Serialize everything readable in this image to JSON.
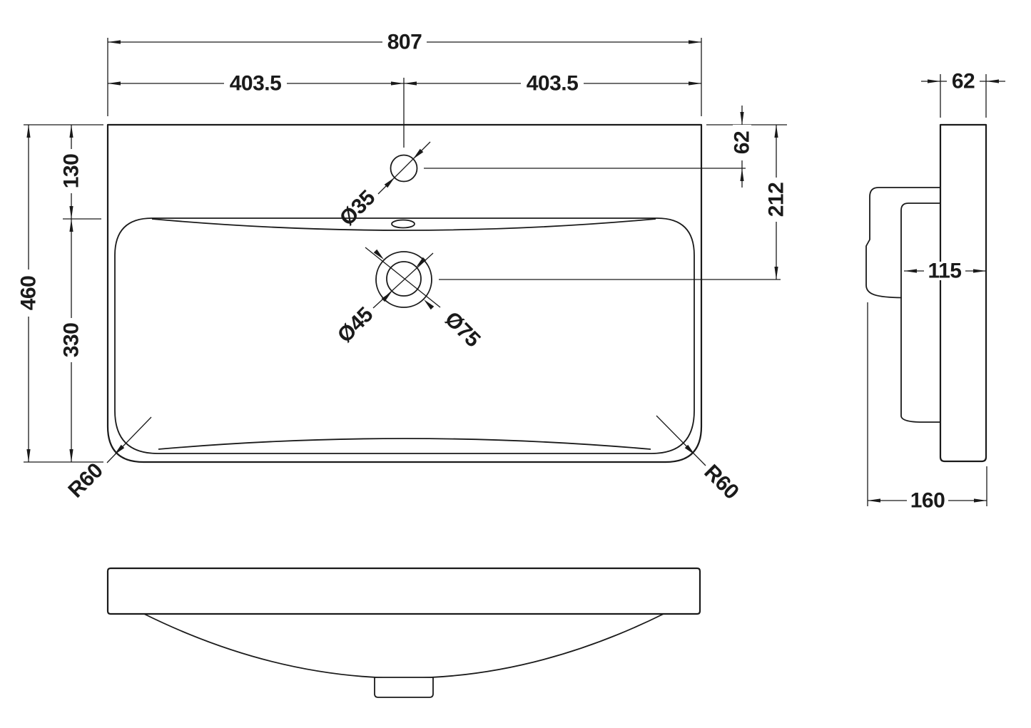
{
  "drawing": {
    "plan_view": {
      "width_total": "807",
      "width_left_half": "403.5",
      "width_right_half": "403.5",
      "depth_total": "460",
      "rim_to_bowl": "130",
      "bowl_depth": "330",
      "tap_hole_offset": "62",
      "waste_offset": "212",
      "tap_hole_dia": "Ø35",
      "waste_inner_dia": "Ø45",
      "waste_outer_dia": "Ø75",
      "corner_radius_left": "R60",
      "corner_radius_right": "R60"
    },
    "side_view": {
      "rim_thickness": "62",
      "bowl_front_depth": "115",
      "overall_depth": "160"
    },
    "colors": {
      "line": "#1a1a1a",
      "background": "#ffffff"
    }
  }
}
